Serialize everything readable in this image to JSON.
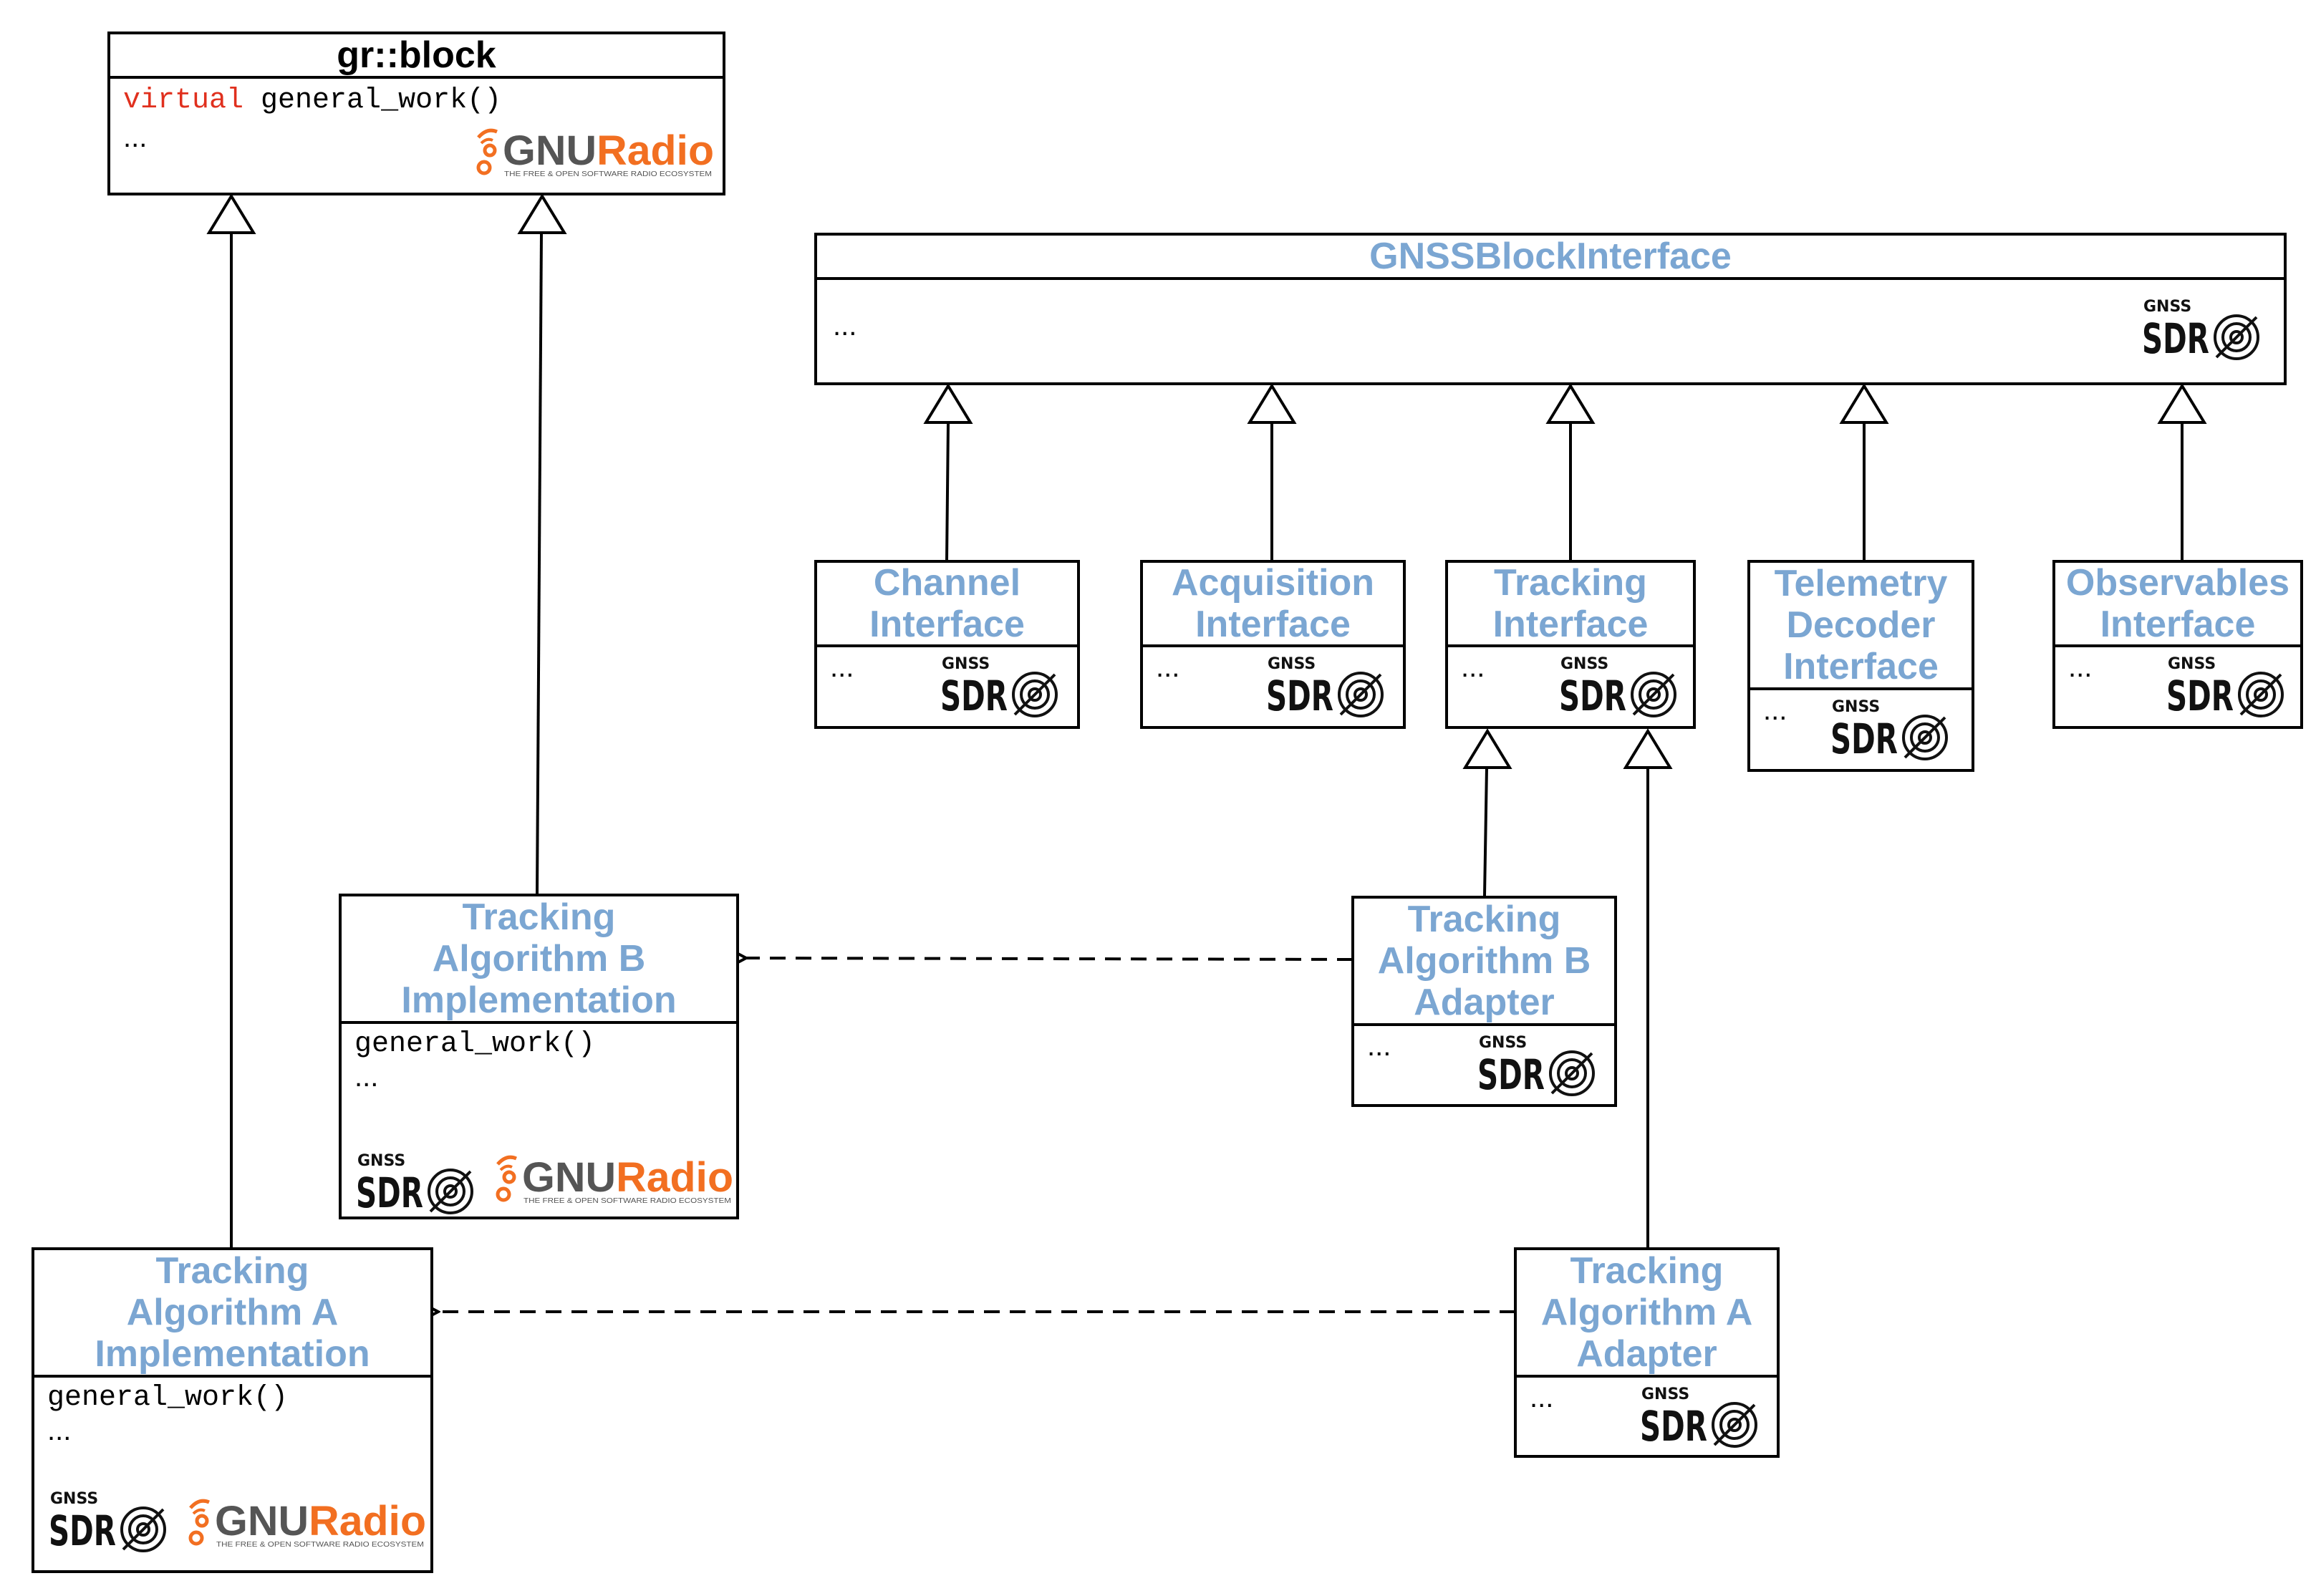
{
  "gr_block": {
    "title": "gr::block",
    "keyword": "virtual",
    "method": " general_work()",
    "ellipsis": "..."
  },
  "gnss_interface": {
    "title": "GNSSBlockInterface",
    "ellipsis": "..."
  },
  "channel": {
    "title": "Channel\nInterface",
    "ellipsis": "..."
  },
  "acquisition": {
    "title": "Acquisition\nInterface",
    "ellipsis": "..."
  },
  "tracking_interface": {
    "title": "Tracking\nInterface",
    "ellipsis": "..."
  },
  "telemetry": {
    "title": "Telemetry\nDecoder\nInterface",
    "ellipsis": "..."
  },
  "observables": {
    "title": "Observables\nInterface",
    "ellipsis": "..."
  },
  "adapter_b": {
    "title": "Tracking\nAlgorithm B\nAdapter",
    "ellipsis": "..."
  },
  "adapter_a": {
    "title": "Tracking\nAlgorithm A\nAdapter",
    "ellipsis": "..."
  },
  "impl_b": {
    "title": "Tracking\nAlgorithm B\nImplementation",
    "method": "general_work()",
    "ellipsis": "..."
  },
  "impl_a": {
    "title": "Tracking\nAlgorithm A\nImplementation",
    "method": "general_work()",
    "ellipsis": "..."
  },
  "logos": {
    "gnu_prefix": "GNU",
    "gnu_suffix": "Radio",
    "gnu_tagline": "THE FREE & OPEN SOFTWARE RADIO ECOSYSTEM",
    "gnss_top": "GNSS",
    "gnss_bottom": "SDR"
  },
  "colors": {
    "title_blue": "#7ba6d2",
    "gnu_orange": "#f26f21",
    "gnu_gray": "#555555",
    "keyword_red": "#e0301e"
  }
}
